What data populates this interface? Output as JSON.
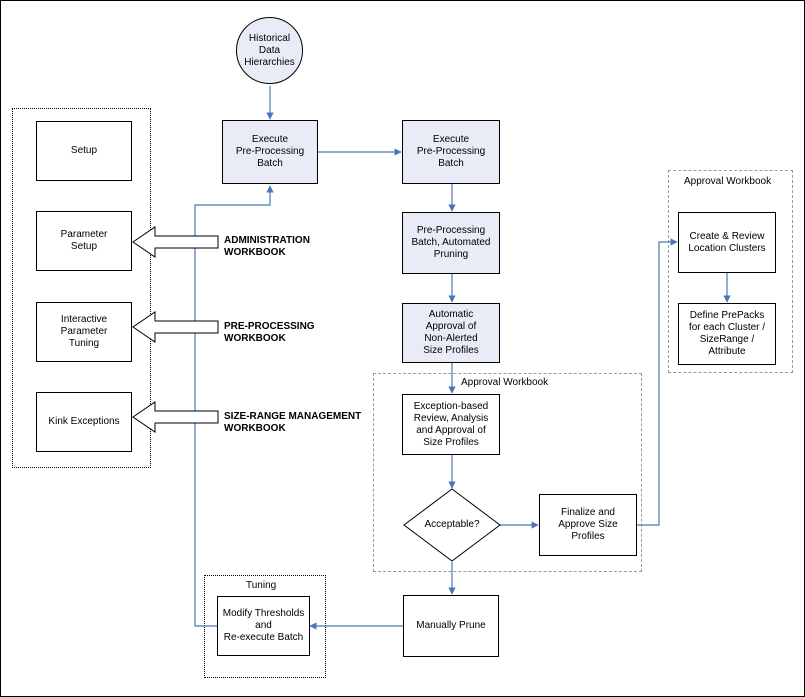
{
  "nodes": {
    "historical": "Historical\nData\nHierarchies",
    "execute1": "Execute\nPre-Processing\nBatch",
    "execute2": "Execute\nPre-Processing\nBatch",
    "preproc_auto": "Pre-Processing\nBatch, Automated\nPruning",
    "auto_approval": "Automatic\nApproval of\nNon-Alerted\nSize Profiles",
    "exception_review": "Exception-based\nReview, Analysis\nand Approval of\nSize Profiles",
    "acceptable": "Acceptable?",
    "finalize": "Finalize and\nApprove Size\nProfiles",
    "manually_prune": "Manually Prune",
    "modify_thresholds": "Modify Thresholds\nand\nRe-execute Batch",
    "create_review": "Create & Review\nLocation Clusters",
    "define_prepacks": "Define PrePacks\nfor each Cluster /\nSizeRange /\nAttribute",
    "setup": "Setup",
    "parameter_setup": "Parameter\nSetup",
    "interactive_tuning": "Interactive\nParameter\nTuning",
    "kink_exceptions": "Kink Exceptions"
  },
  "groups": {
    "approval_workbook_center": "Approval Workbook",
    "approval_workbook_right": "Approval Workbook",
    "tuning": "Tuning"
  },
  "workbooks": {
    "administration": "ADMINISTRATION\nWORKBOOK",
    "preprocessing": "PRE-PROCESSING\nWORKBOOK",
    "sizerange": "SIZE-RANGE MANAGEMENT\nWORKBOOK"
  },
  "colors": {
    "box_fill": "#e9ebf7",
    "connector": "#4a77b4",
    "outline": "#000000"
  }
}
